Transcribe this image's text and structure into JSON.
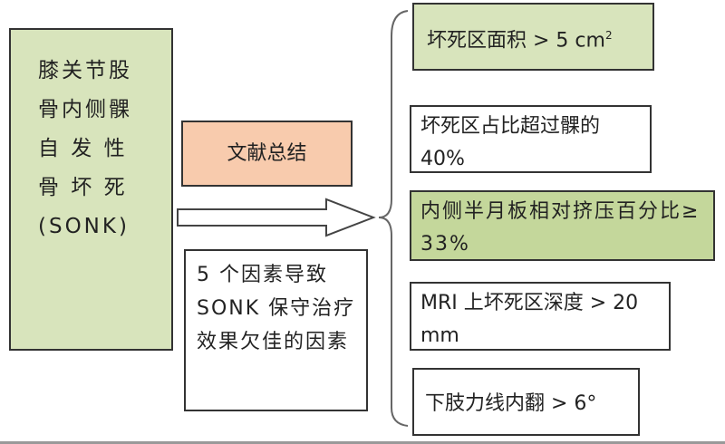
{
  "main_box": {
    "lines": [
      "膝关节股",
      "骨内侧髁",
      "自 发 性",
      "骨 坏 死",
      "(SONK)"
    ]
  },
  "summary_label": "文献总结",
  "factors_title": "5 个因素导致 SONK 保守治疗效果欠佳的因素",
  "factors": [
    {
      "text": "坏死区面积 > 5 cm",
      "sup": "2"
    },
    {
      "text": "坏死区占比超过髁的 40%"
    },
    {
      "text": "内侧半月板相对挤压百分比≥ 33%"
    },
    {
      "text": "MRI 上坏死区深度 > 20 mm"
    },
    {
      "text": "下肢力线内翻 > 6°"
    }
  ],
  "colors": {
    "green_light": "#d8e4bc",
    "green_dark": "#c4d79b",
    "orange": "#f8cbad"
  }
}
